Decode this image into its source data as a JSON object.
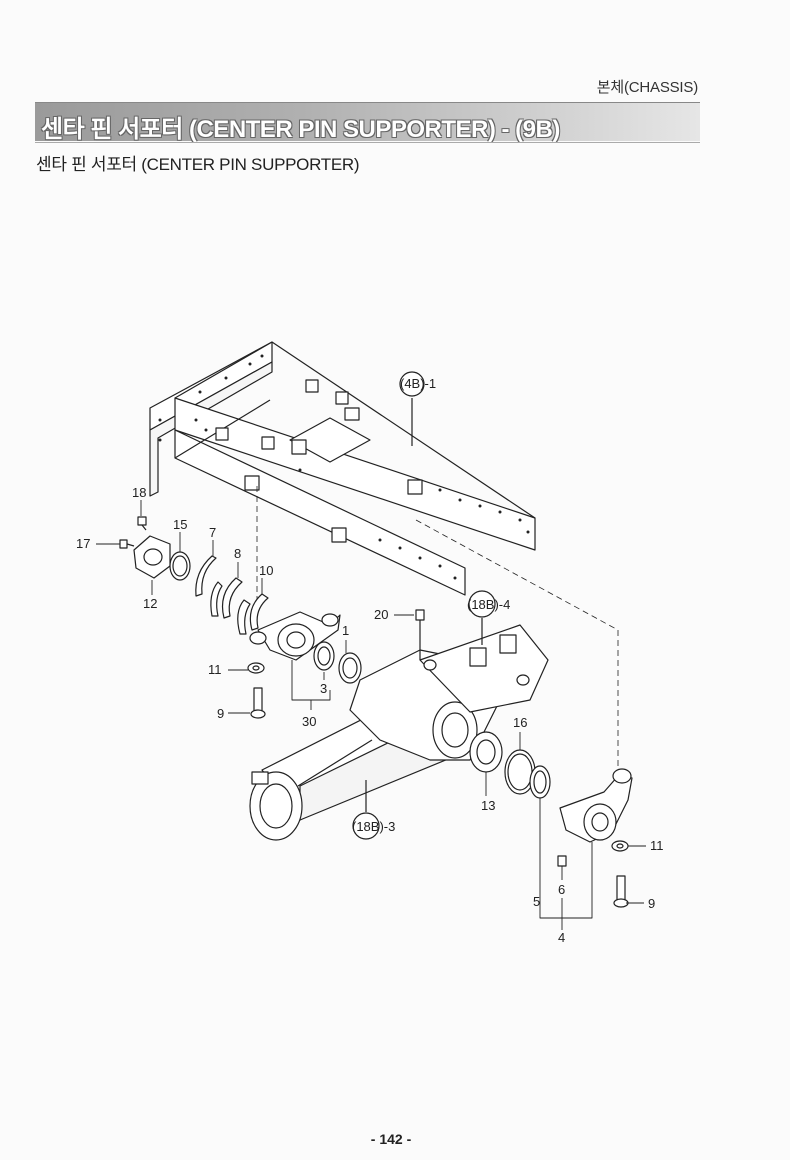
{
  "header": {
    "section": "본체(CHASSIS)"
  },
  "title": "센타 핀 서포터 (CENTER PIN SUPPORTER) - (9B)",
  "subtitle": "센타 핀 서포터 (CENTER PIN SUPPORTER)",
  "callouts": {
    "frame": "(4B)-1",
    "axle_housing_top": "(18B)-4",
    "axle_housing": "(18B)-3",
    "part_1": "1",
    "part_3": "3",
    "part_4": "4",
    "part_5": "5",
    "part_6": "6",
    "part_7": "7",
    "part_8": "8",
    "part_9_left": "9",
    "part_9_right": "9",
    "part_10": "10",
    "part_11_left": "11",
    "part_11_right": "11",
    "part_12": "12",
    "part_13": "13",
    "part_15": "15",
    "part_16": "16",
    "part_17": "17",
    "part_18": "18",
    "part_20": "20",
    "part_30": "30"
  },
  "footer": {
    "page_number": "- 142 -"
  }
}
